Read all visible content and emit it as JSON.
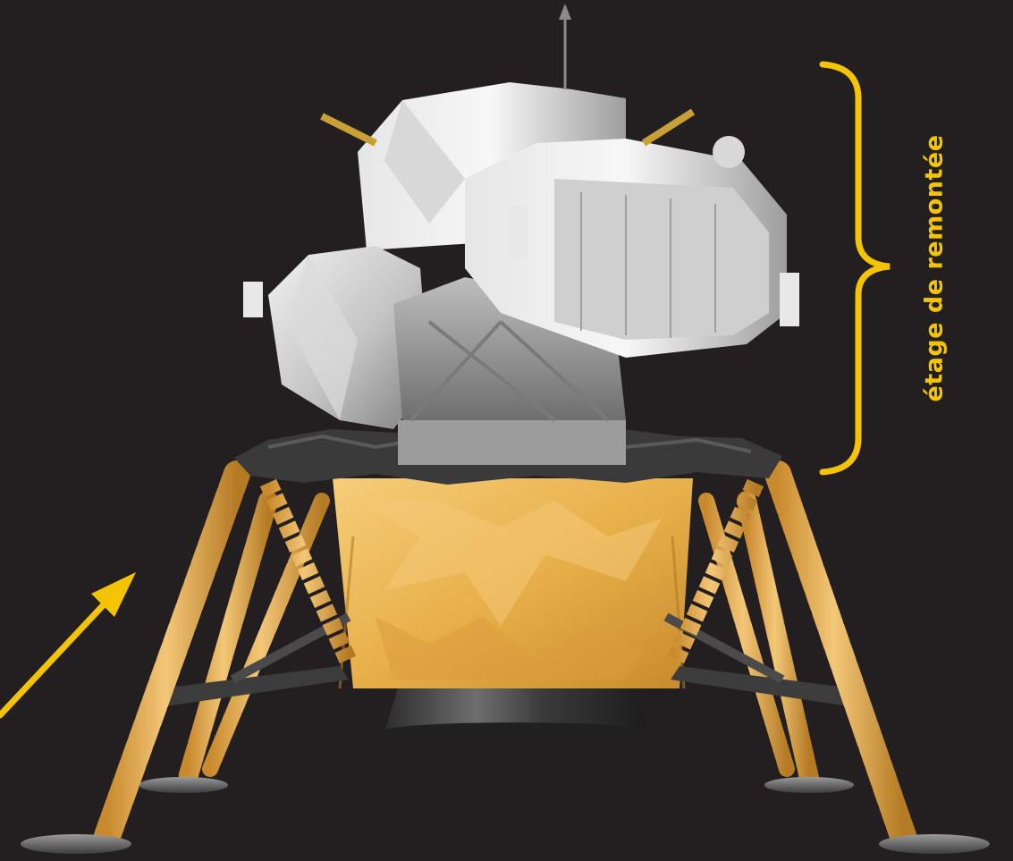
{
  "labels": {
    "ascent_stage": "étage de remontée"
  },
  "colors": {
    "background": "#231f20",
    "annotation": "#f5c400",
    "gold_foil": "#e8b04a",
    "silver": "#c9c9c9",
    "dark_metal": "#3c3c3c"
  },
  "icons": {
    "brace": "right-curly-brace",
    "arrow": "pointer-arrow"
  }
}
